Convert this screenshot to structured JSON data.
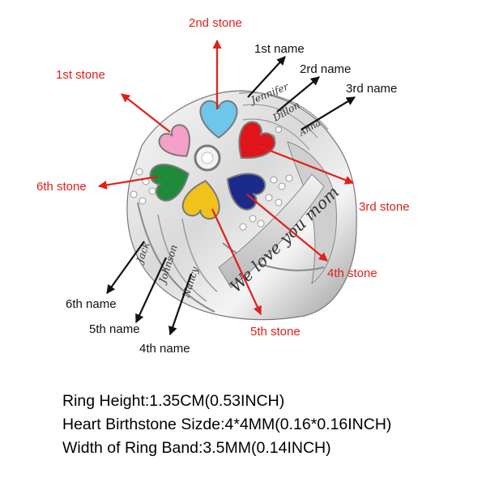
{
  "stone_labels": {
    "s1": "1st stone",
    "s2": "2nd stone",
    "s3": "3rd stone",
    "s4": "4th stone",
    "s5": "5th stone",
    "s6": "6th stone"
  },
  "name_labels": {
    "n1": "1st name",
    "n2": "2rd name",
    "n3": "3rd name",
    "n4": "4th name",
    "n5": "5th name",
    "n6": "6th name"
  },
  "engravings": {
    "e1": "Jennifer",
    "e2": "Dillon",
    "e3": "Anna",
    "e4": "Nancy",
    "e5": "Johnson",
    "e6": "Jack",
    "band": "We love you mom"
  },
  "specs": {
    "height": "Ring Height:1.35CM(0.53INCH)",
    "stone_size": "Heart Birthstone Sizde:4*4MM(0.16*0.16INCH)",
    "band_width": "Width of Ring Band:3.5MM(0.14INCH)"
  },
  "colors": {
    "label_red": "#e0201b",
    "label_black": "#111111",
    "stone_pink": "#f4a0c8",
    "stone_blue": "#6ec6ea",
    "stone_red": "#e0151b",
    "stone_navy": "#1c2a8c",
    "stone_yellow": "#f2c21c",
    "stone_green": "#1f8a3a"
  }
}
